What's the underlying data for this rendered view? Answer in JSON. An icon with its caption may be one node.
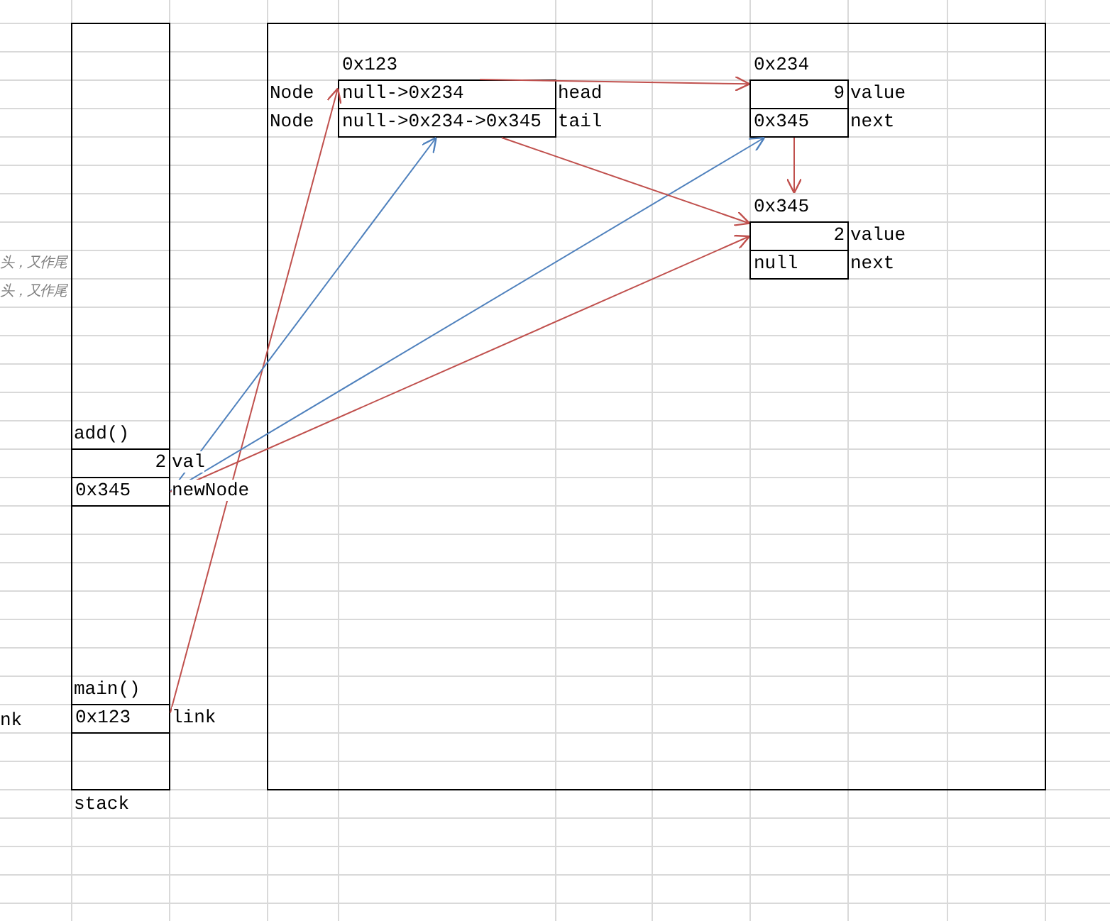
{
  "diagram": {
    "nodes": [
      {
        "text": [
          "stack"
        ]
      },
      {
        "text": [
          "2"
        ],
        "beside": [
          "val"
        ],
        "in": 0
      },
      {
        "text": [
          "0x345"
        ],
        "beside": [
          "newNode"
        ],
        "in": 0
      },
      {
        "text": [
          "0x123"
        ],
        "beside": [
          "link"
        ],
        "in": 0
      },
      {
        "text": [],
        "shape": "box"
      },
      {
        "text": [
          "0x123"
        ],
        "in": 4
      },
      {
        "text": [
          "null->0x234"
        ],
        "beside": [
          "Node",
          "head"
        ],
        "in": 5
      },
      {
        "text": [
          "null->0x234->0x345"
        ],
        "beside": [
          "Node",
          "tail"
        ],
        "in": 5
      },
      {
        "text": [
          "0x234"
        ],
        "in": 4
      },
      {
        "text": [
          "9"
        ],
        "beside": [
          "value"
        ],
        "in": 8
      },
      {
        "text": [
          "0x345"
        ],
        "beside": [
          "next"
        ],
        "in": 8
      },
      {
        "text": [
          "0x345"
        ],
        "in": 4
      },
      {
        "text": [
          "2"
        ],
        "beside": [
          "value"
        ],
        "in": 11
      },
      {
        "text": [
          "null"
        ],
        "beside": [
          "next"
        ],
        "in": 11
      }
    ],
    "edges": [
      {
        "from": 3,
        "to": 6,
        "arrow": "to"
      },
      {
        "from": 2,
        "to": 7,
        "arrow": "to",
        "color": "#4f81bd"
      },
      {
        "from": 2,
        "to": 10,
        "arrow": "to",
        "color": "#4f81bd"
      },
      {
        "from": 2,
        "to": 12,
        "arrow": "to"
      },
      {
        "from": 6,
        "to": 9,
        "arrow": "to"
      },
      {
        "from": 7,
        "to": 11,
        "arrow": "to"
      },
      {
        "from": 10,
        "to": 11,
        "arrow": "to"
      }
    ],
    "labels": [
      "头，又作尾",
      "头，又作尾",
      "add()",
      "nk",
      "main()"
    ]
  }
}
